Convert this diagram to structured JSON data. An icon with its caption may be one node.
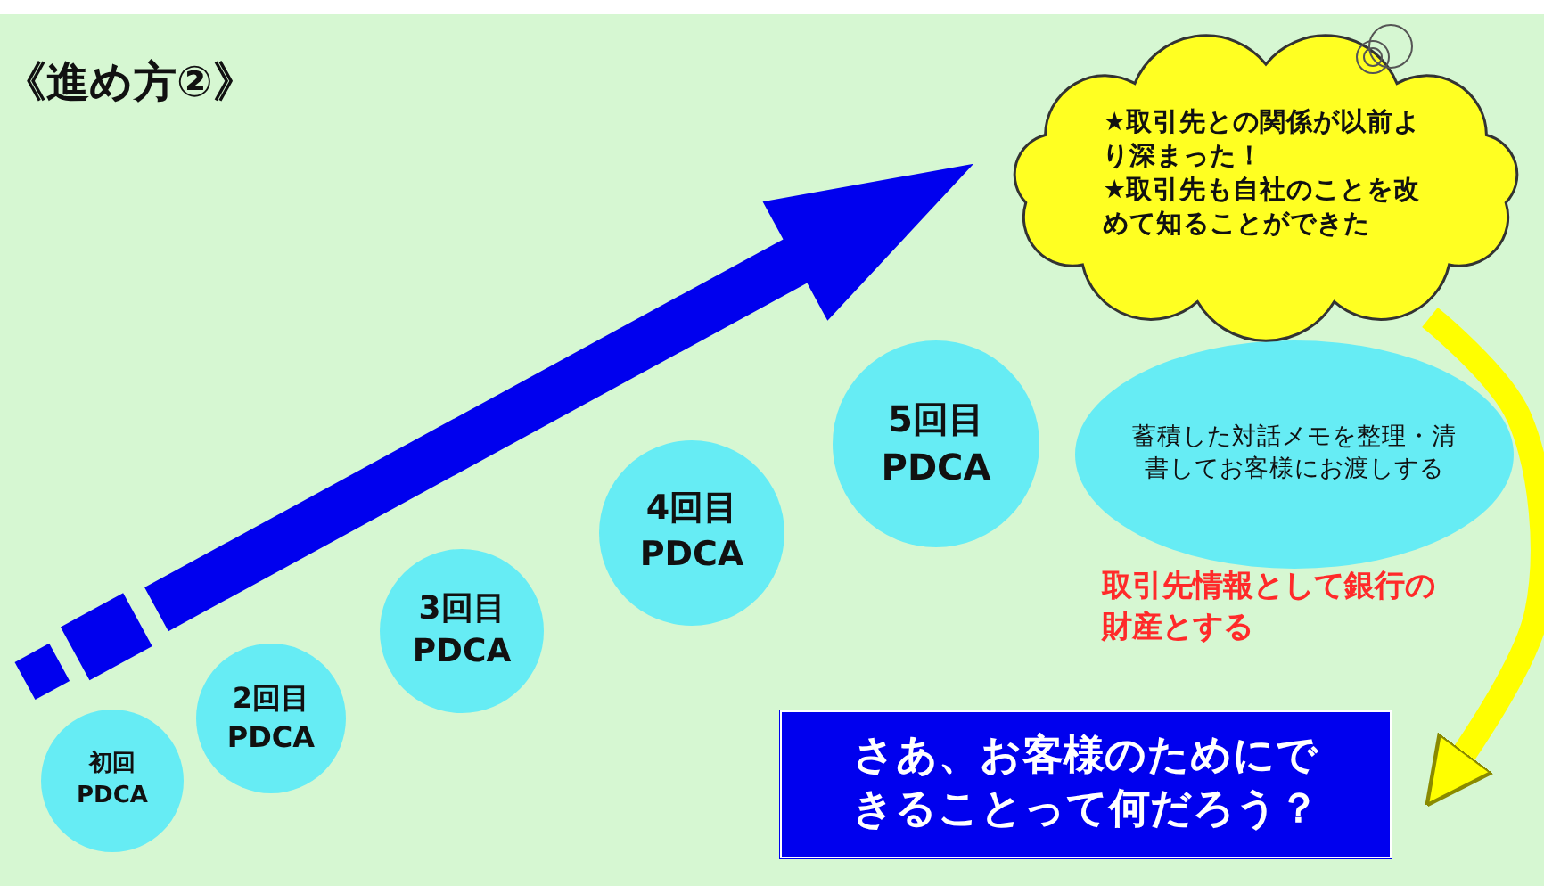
{
  "diagram": {
    "title": "《進め方②》",
    "nodes": [
      {
        "text": [
          "初回 PDCA"
        ]
      },
      {
        "text": [
          "2回目 PDCA"
        ]
      },
      {
        "text": [
          "3回目 PDCA"
        ]
      },
      {
        "text": [
          "4回目 PDCA"
        ]
      },
      {
        "text": [
          "5回目 PDCA"
        ]
      },
      {
        "text": [
          "蓄積した対話メモを整理・清書してお客様にお渡しする"
        ]
      },
      {
        "text": [
          "★取引先との関係が以前より深まった！",
          "★取引先も自社のことを改めて知ることができた"
        ]
      },
      {
        "text": [
          "さあ、お客様のためにできることって何だろう？"
        ]
      }
    ],
    "edges": [
      {
        "from": 6,
        "to": 7,
        "arrow": "to",
        "color": "#ffff00"
      }
    ],
    "labels": [
      "取引先情報として銀行の財産とする"
    ]
  }
}
